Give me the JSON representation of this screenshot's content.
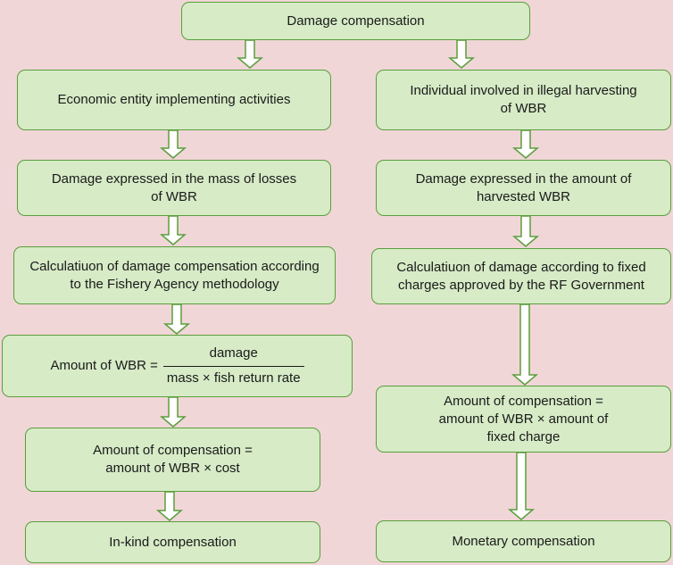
{
  "colors": {
    "background": "#f1d6d8",
    "box_fill": "#d6ebc6",
    "box_border": "#5a9e3c",
    "text": "#1a1a1a"
  },
  "top": {
    "label": "Damage compensation"
  },
  "left": {
    "entity": "Economic entity implementing activities",
    "damage_l1": "Damage expressed in the mass of losses",
    "damage_l2": "of WBR",
    "calc_l1": "Calculatiuon of damage compensation according",
    "calc_l2": "to the Fishery Agency methodology",
    "formula_lhs": "Amount of WBR =",
    "formula_num": "damage",
    "formula_den": "mass × fish return rate",
    "comp_l1": "Amount of compensation =",
    "comp_l2": "amount of WBR × cost",
    "result": "In-kind compensation"
  },
  "right": {
    "entity_l1": "Individual involved in illegal harvesting",
    "entity_l2": "of WBR",
    "damage_l1": "Damage expressed in the amount of",
    "damage_l2": "harvested WBR",
    "calc_l1": "Calculatiuon of damage according to fixed",
    "calc_l2": "charges approved by the RF Government",
    "comp_l1": "Amount of compensation =",
    "comp_l2": "amount of WBR × amount of",
    "comp_l3": "fixed charge",
    "result": "Monetary compensation"
  }
}
